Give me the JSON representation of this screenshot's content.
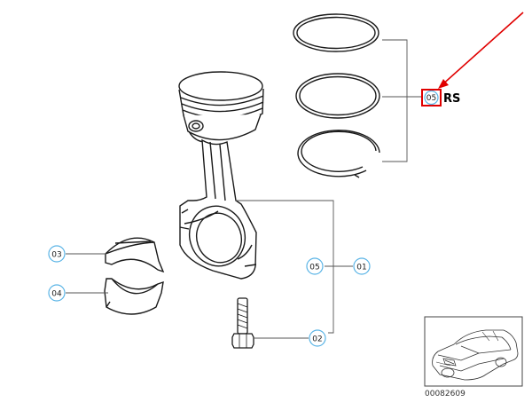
{
  "callouts": {
    "rings_left": "05",
    "rings_suffix": "RS",
    "bearing_upper": "03",
    "bearing_lower": "04",
    "rod_left": "05",
    "rod_right": "01",
    "bolt": "02"
  },
  "reference_number": "00082609",
  "colors": {
    "line": "#1a1a1a",
    "leader": "#555555",
    "callout_circle": "#5ab4e6",
    "highlight": "#e00000"
  }
}
